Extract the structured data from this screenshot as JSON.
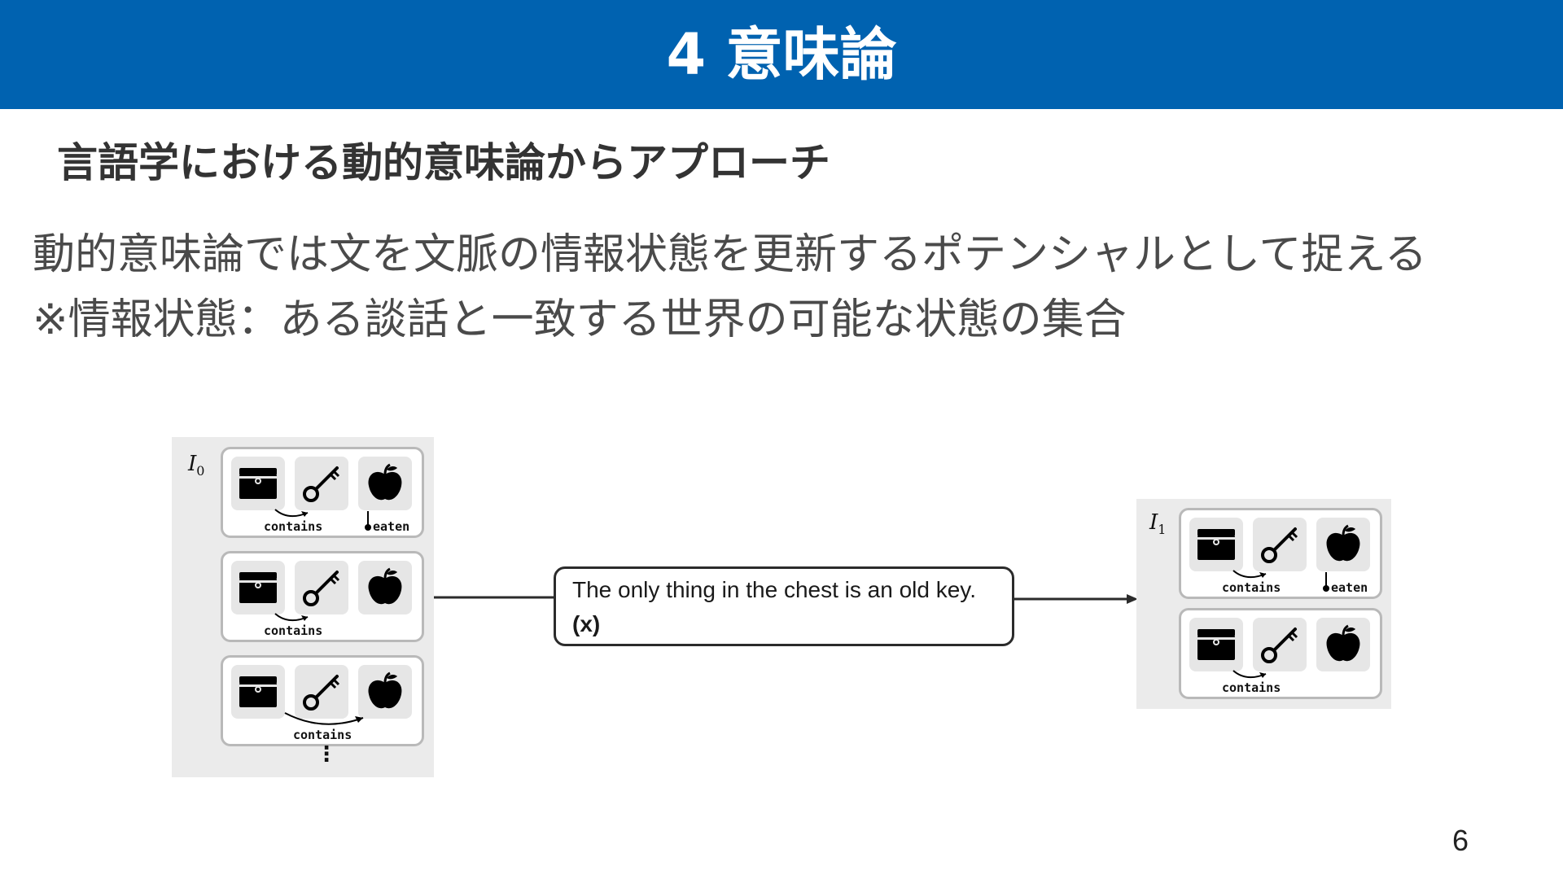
{
  "slide": {
    "title": "4 意味論",
    "subtitle": "言語学における動的意味論からアプローチ",
    "lines": [
      "動的意味論では文を文脈の情報状態を更新するポテンシャルとして捉える",
      "※情報状態：ある談話と一致する世界の可能な状態の集合"
    ],
    "page_number": "6"
  },
  "figure": {
    "before_state": {
      "label": "I",
      "subscript": "0",
      "worlds": [
        {
          "relation": "contains",
          "extra": "eaten"
        },
        {
          "relation": "contains",
          "extra": ""
        },
        {
          "relation": "contains",
          "extra": ""
        }
      ],
      "more_indicator": "⋮"
    },
    "sentence": {
      "text": "The only thing in the chest is an old key.",
      "id": "(x)"
    },
    "after_state": {
      "label": "I",
      "subscript": "1",
      "worlds": [
        {
          "relation": "contains",
          "extra": "eaten"
        },
        {
          "relation": "contains",
          "extra": ""
        }
      ]
    },
    "icons": [
      "chest-icon",
      "key-icon",
      "apple-icon"
    ],
    "colors": {
      "header": "#0062b0",
      "panel": "#ebebeb",
      "tile": "#e6e6e6"
    }
  }
}
